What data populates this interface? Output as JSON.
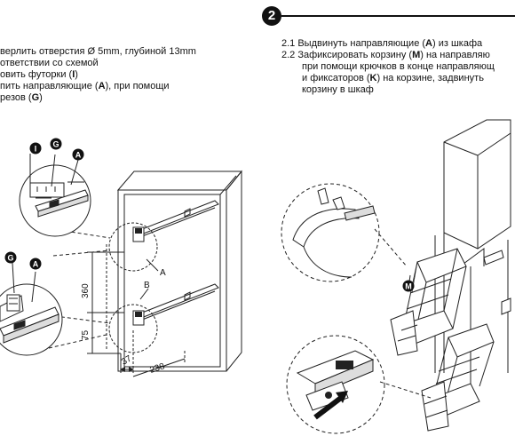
{
  "step1": {
    "lines": [
      {
        "pre": "верлить отверстия Ø 5mm, глубиной 13mm",
        "bold": "",
        "post": ""
      },
      {
        "pre": "ответствии со схемой",
        "bold": "",
        "post": ""
      },
      {
        "pre": "овить футорки (",
        "bold": "I",
        "post": ")"
      },
      {
        "pre": "пить направляющие (",
        "bold": "A",
        "post": "), при помощи"
      },
      {
        "pre": "резов (",
        "bold": "G",
        "post": ")"
      }
    ]
  },
  "step2": {
    "number": "2",
    "lines": [
      {
        "pre": "2.1 Выдвинуть направляющие (",
        "bold": "A",
        "post": ") из шкафа"
      },
      {
        "pre": "2.2 Зафиксировать корзину (",
        "bold": "M",
        "post": ") на направляю"
      },
      {
        "pre": "при помощи крючков в конце направляющ",
        "bold": "",
        "post": ""
      },
      {
        "pre": "и фиксаторов (",
        "bold": "K",
        "post": ") на корзине, задвинуть"
      },
      {
        "pre": "корзину в шкаф",
        "bold": "",
        "post": ""
      }
    ]
  },
  "callouts": {
    "I": "I",
    "G_top": "G",
    "A_top": "A",
    "G_bottom": "G",
    "A_bottom": "A",
    "M": "M"
  },
  "labels": {
    "A": "A",
    "B": "B"
  },
  "dimensions": {
    "d360": "360",
    "d75": "75",
    "d37": "37",
    "d238": "238"
  }
}
